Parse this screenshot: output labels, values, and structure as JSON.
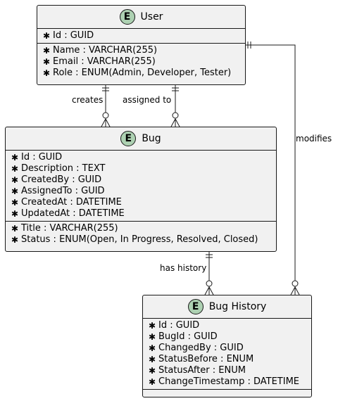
{
  "entities": {
    "user": {
      "badge": "E",
      "name": "User",
      "keys": [
        "Id : GUID"
      ],
      "fields": [
        "Name : VARCHAR(255)",
        "Email : VARCHAR(255)",
        "Role : ENUM(Admin, Developer, Tester)"
      ]
    },
    "bug": {
      "badge": "E",
      "name": "Bug",
      "keys": [
        "Id : GUID",
        "Description : TEXT",
        "CreatedBy : GUID",
        "AssignedTo : GUID",
        "CreatedAt : DATETIME",
        "UpdatedAt : DATETIME"
      ],
      "fields": [
        "Title : VARCHAR(255)",
        "Status : ENUM(Open, In Progress, Resolved, Closed)"
      ]
    },
    "bughistory": {
      "badge": "E",
      "name": "Bug History",
      "keys": [
        "Id : GUID",
        "BugId : GUID",
        "ChangedBy : GUID",
        "StatusBefore : ENUM",
        "StatusAfter : ENUM",
        "ChangeTimestamp : DATETIME"
      ],
      "fields": []
    }
  },
  "relations": {
    "creates": "creates",
    "assigned_to": "assigned to",
    "modifies": "modifies",
    "has_history": "has history"
  },
  "colors": {
    "badge": "#ADD1B2",
    "entity_bg": "#F1F1F1",
    "border": "#181818"
  }
}
